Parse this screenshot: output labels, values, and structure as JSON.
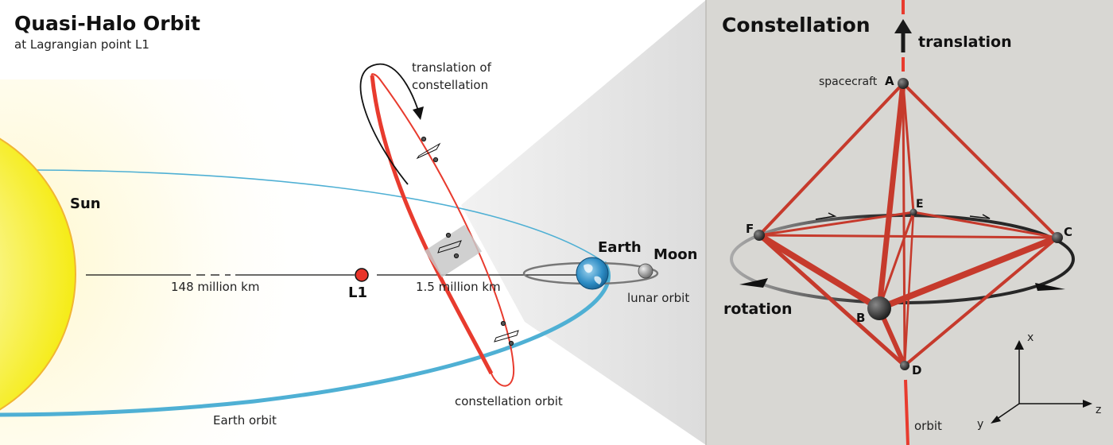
{
  "left_panel": {
    "title": "Quasi-Halo Orbit",
    "subtitle": "at Lagrangian point L1",
    "sun_label": "Sun",
    "l1_label": "L1",
    "earth_label": "Earth",
    "moon_label": "Moon",
    "distance_sun_l1": "148 million km",
    "distance_l1_earth": "1.5 million km",
    "lunar_orbit_label": "lunar orbit",
    "earth_orbit_label": "Earth orbit",
    "constellation_orbit_label": "constellation orbit",
    "translation_label_line1": "translation of",
    "translation_label_line2": "constellation"
  },
  "right_panel": {
    "title": "Constellation",
    "translation_label": "translation",
    "rotation_label": "rotation",
    "orbit_label": "orbit",
    "spacecraft_prefix": "spacecraft",
    "nodes": [
      "A",
      "B",
      "C",
      "D",
      "E",
      "F"
    ],
    "axes": [
      "x",
      "y",
      "z"
    ]
  },
  "colors": {
    "sun": "#f7f000",
    "earth_orbit": "#4fb0d4",
    "constellation": "#e83b2e",
    "panel_bg": "#d8d7d3",
    "l1_marker": "#e8342a"
  }
}
